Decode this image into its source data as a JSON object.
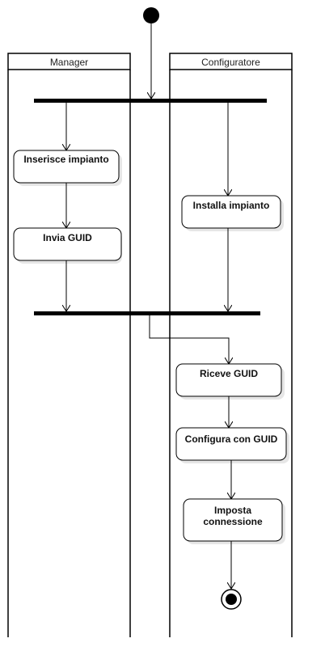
{
  "lanes": {
    "manager": "Manager",
    "configuratore": "Configuratore"
  },
  "activities": {
    "inserisce": "Inserisce impianto",
    "invia": "Invia GUID",
    "installa": "Installa impianto",
    "riceve": "Riceve GUID",
    "configura": "Configura con GUID",
    "imposta_1": "Imposta",
    "imposta_2": "connessione"
  }
}
